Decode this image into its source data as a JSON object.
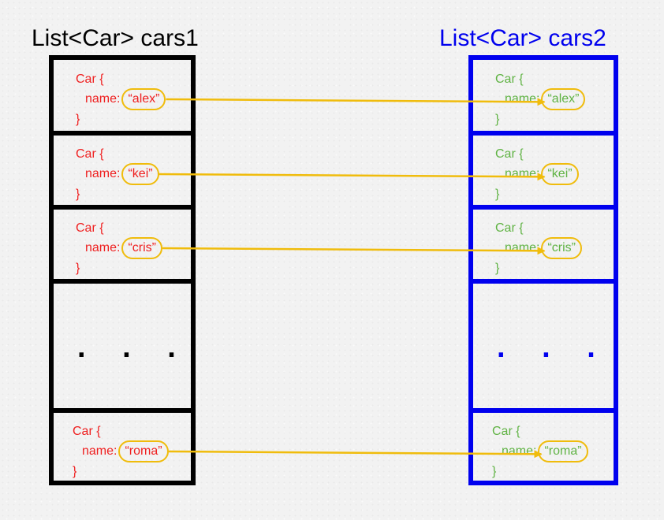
{
  "lists": [
    {
      "title": "List<Car> cars1",
      "dots": ". . .",
      "cars": [
        {
          "open": "Car {",
          "key": "name:",
          "value": "“alex”",
          "close": "}"
        },
        {
          "open": "Car {",
          "key": "name:",
          "value": "“kei”",
          "close": "}"
        },
        {
          "open": "Car {",
          "key": "name:",
          "value": "“cris”",
          "close": "}"
        },
        {
          "open": "Car {",
          "key": "name:",
          "value": "“roma”",
          "close": "}"
        }
      ]
    },
    {
      "title": "List<Car> cars2",
      "dots": ". . .",
      "cars": [
        {
          "open": "Car {",
          "key": "name:",
          "value": "“alex”",
          "close": "}"
        },
        {
          "open": "Car {",
          "key": "name:",
          "value": "“kei”",
          "close": "}"
        },
        {
          "open": "Car {",
          "key": "name:",
          "value": "“cris”",
          "close": "}"
        },
        {
          "open": "Car {",
          "key": "name:",
          "value": "“roma”",
          "close": "}"
        }
      ]
    }
  ],
  "colors": {
    "list1_border": "#000000",
    "list2_border": "#0000ee",
    "list1_text": "#ef1f1f",
    "list2_text": "#60b344",
    "arrow": "#f0bc0c"
  }
}
